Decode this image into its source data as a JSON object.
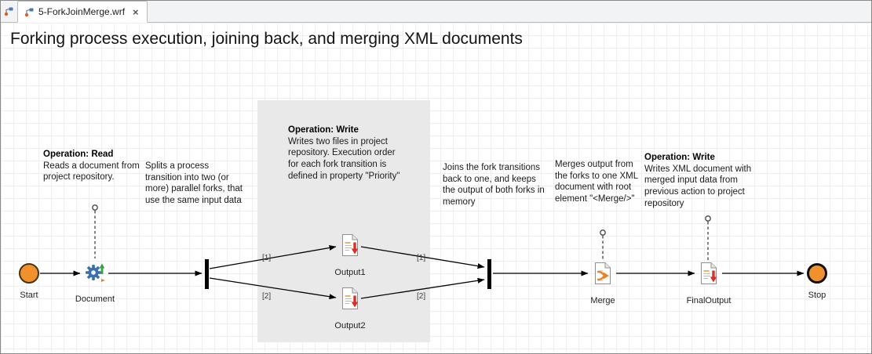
{
  "tab": {
    "label": "5-ForkJoinMerge.wrf",
    "close_glyph": "×"
  },
  "title": "Forking process execution, joining back, and merging XML documents",
  "annotations": {
    "read": {
      "header": "Operation: Read",
      "body": "Reads a document from project repository."
    },
    "fork": {
      "body": "Splits a process transition into two (or more) parallel forks, that use the same input data"
    },
    "write_outputs": {
      "header": "Operation: Write",
      "body": "Writes two files in project repository. Execution order for each fork transition is defined in property \"Priority\""
    },
    "join": {
      "body": "Joins the fork transitions back to one, and keeps the output of both forks in memory"
    },
    "merge": {
      "body": "Merges output from the forks to one XML document with root element \"<Merge/>\""
    },
    "final": {
      "header": "Operation: Write",
      "body": "Writes XML document with merged input data from previous action to project repository"
    }
  },
  "nodes": {
    "start": {
      "label": "Start"
    },
    "document": {
      "label": "Document"
    },
    "output1": {
      "label": "Output1"
    },
    "output2": {
      "label": "Output2"
    },
    "merge": {
      "label": "Merge"
    },
    "final_output": {
      "label": "FinalOutput"
    },
    "stop": {
      "label": "Stop"
    }
  },
  "branch_labels": {
    "fork_top": "[1]",
    "fork_bottom": "[2]",
    "join_top": "[1]",
    "join_bottom": "[2]"
  },
  "colors": {
    "node_orange": "#F0912D",
    "accent_red": "#D93025",
    "accent_green": "#3BA33B",
    "accent_blue": "#3A6FB0",
    "accent_orange": "#E8821E",
    "region_gray": "#E9E9E9"
  }
}
